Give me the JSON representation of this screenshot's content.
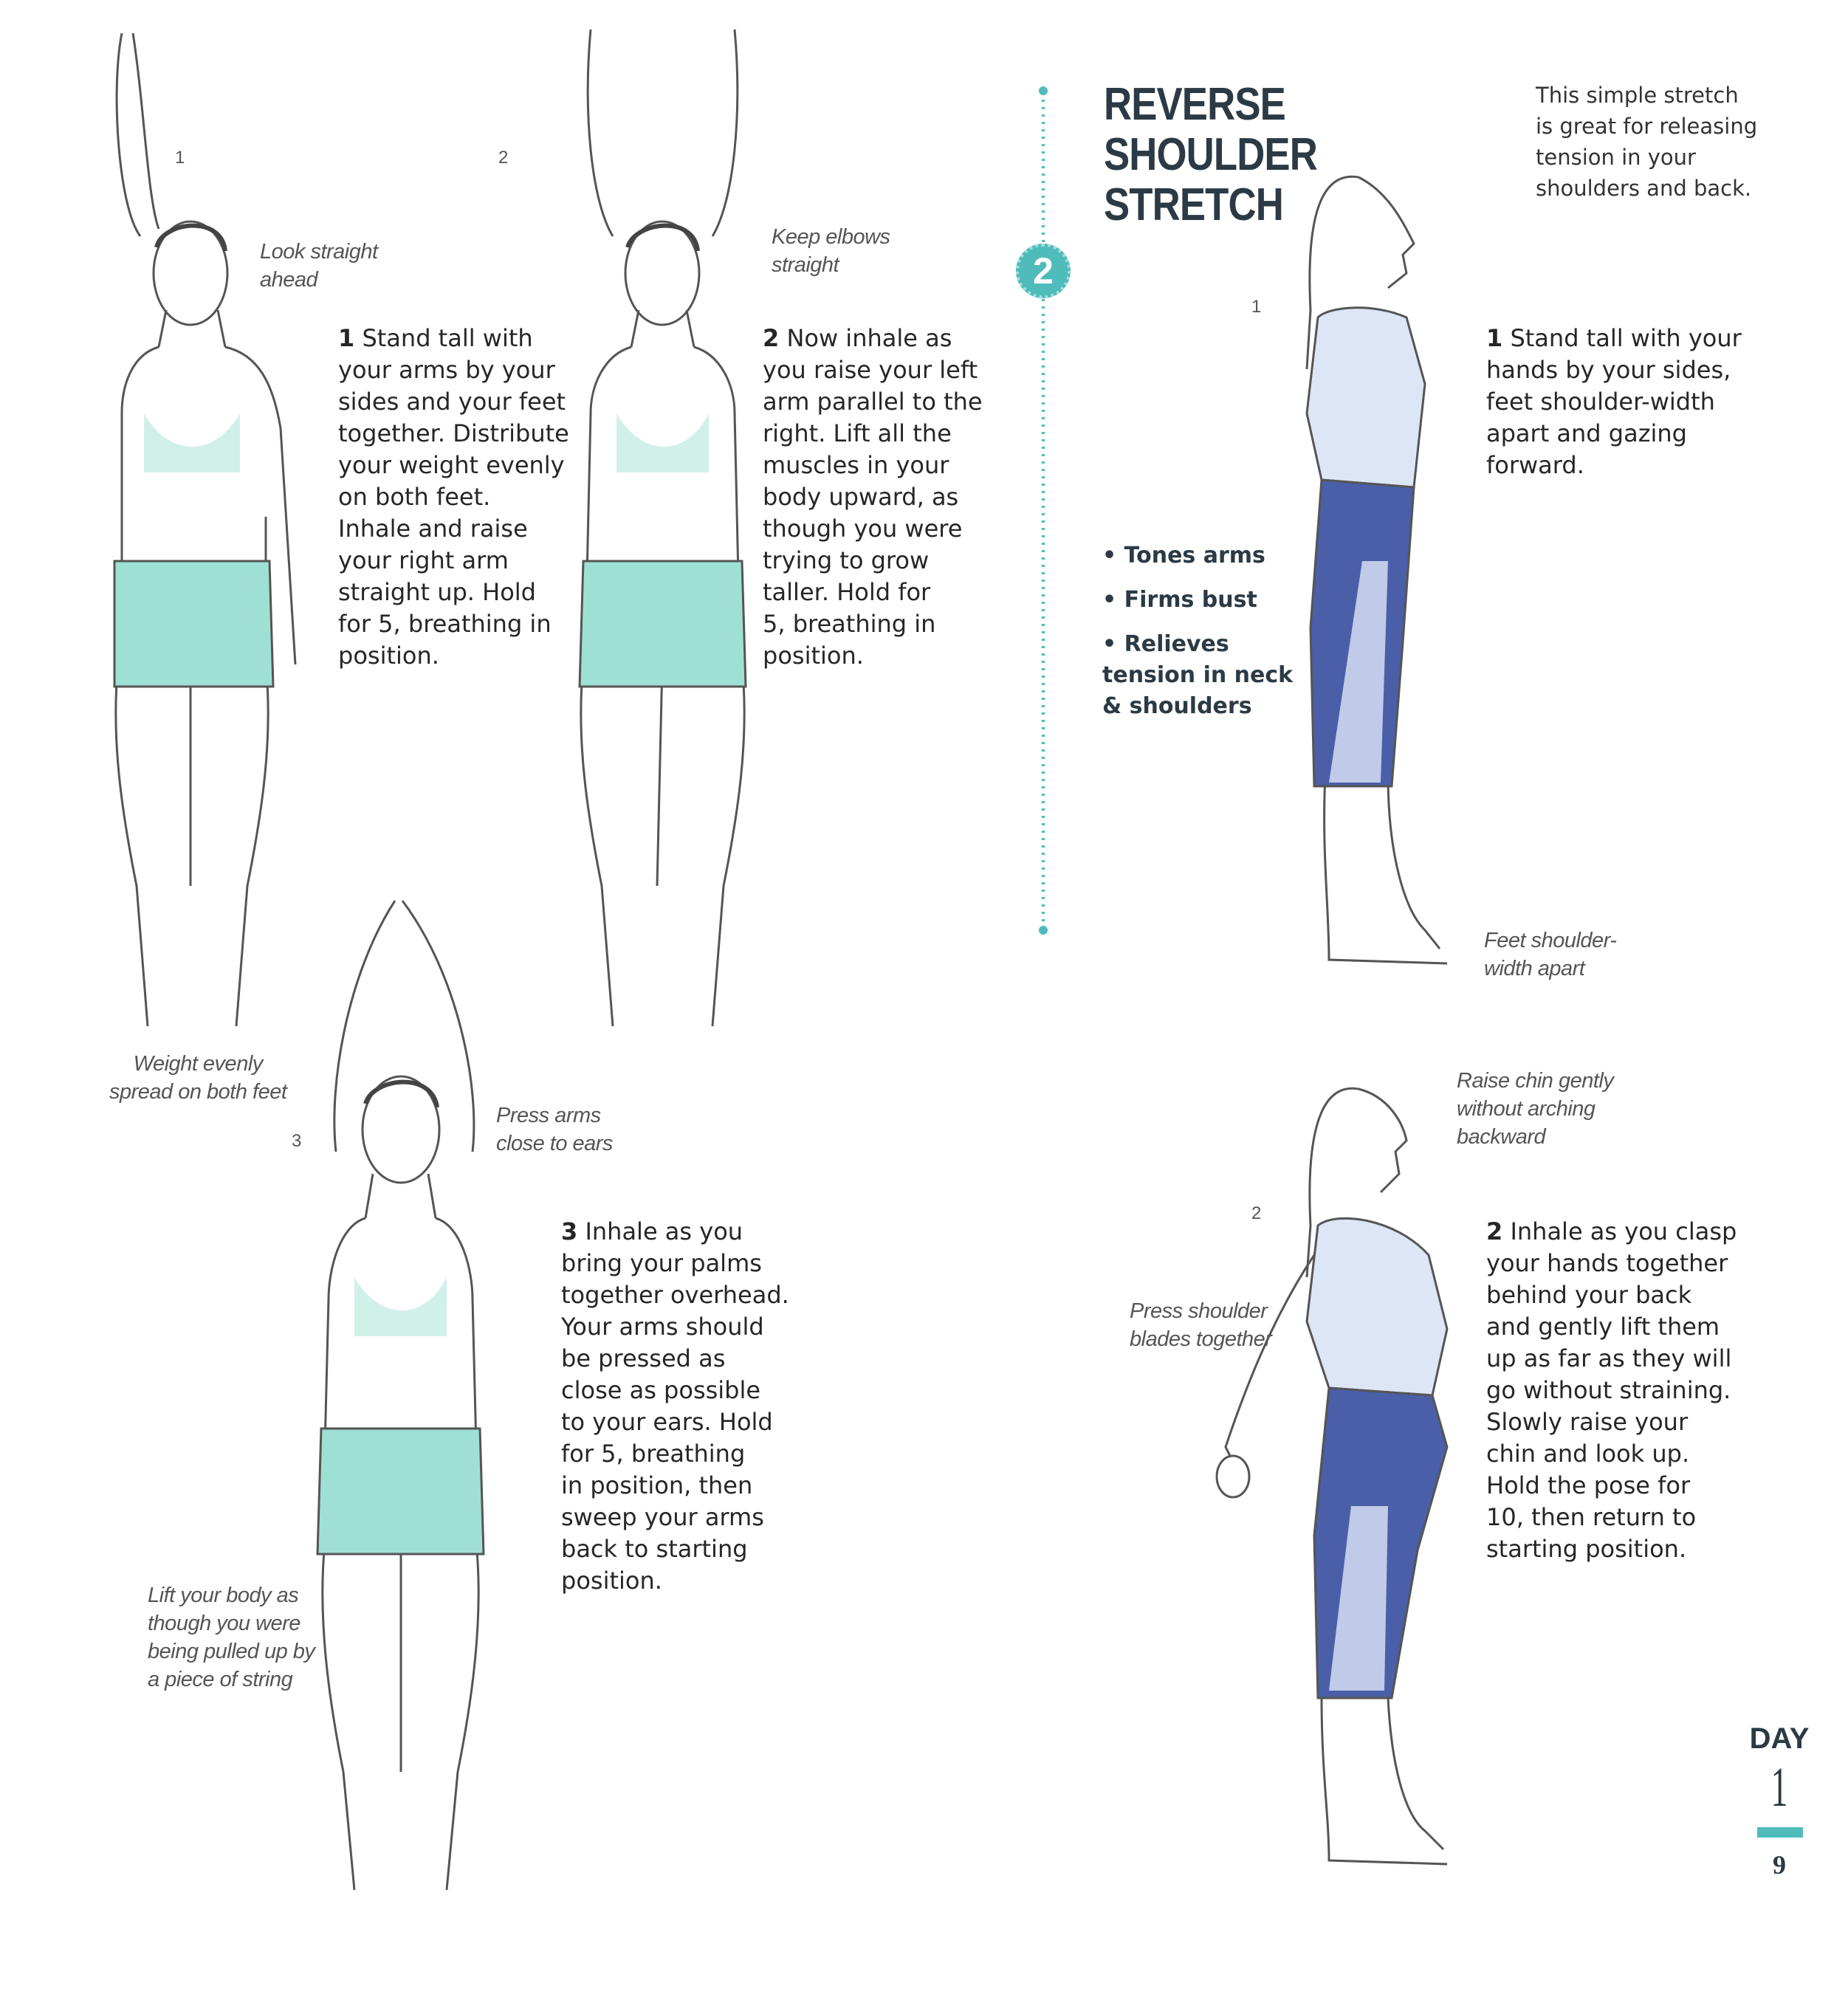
{
  "left_exercise": {
    "figure_labels": [
      "1",
      "2",
      "3"
    ],
    "annotations": {
      "look_ahead": "Look straight\nahead",
      "weight": "Weight evenly\nspread on both feet",
      "elbows": "Keep elbows\nstraight",
      "press_arms": "Press arms\nclose to ears",
      "lift_body": "Lift your body as\nthough you were\nbeing pulled up by\na piece of string"
    },
    "steps": [
      {
        "num": "1",
        "text": "Stand tall with\nyour arms by your\nsides and your feet\ntogether. Distribute\nyour weight evenly\non both feet.\nInhale and raise\nyour right arm\nstraight up. Hold\nfor 5, breathing in\nposition."
      },
      {
        "num": "2",
        "text": "Now inhale as\nyou raise your left\narm parallel to the\nright. Lift all the\nmuscles in your\nbody upward, as\nthough you were\ntrying to grow\ntaller. Hold for\n5, breathing in\nposition."
      },
      {
        "num": "3",
        "text": "Inhale as you\nbring your palms\ntogether overhead.\nYour arms should\nbe pressed as\nclose as possible\nto your ears. Hold\nfor 5, breathing\nin position, then\nsweep your arms\nback to starting\nposition."
      }
    ]
  },
  "right_exercise": {
    "badge": "2",
    "title": "REVERSE\nSHOULDER\nSTRETCH",
    "intro": "This simple stretch\nis great for releasing\ntension in your\nshoulders and back.",
    "benefits": [
      "• Tones arms",
      "• Firms bust",
      "• Relieves\n   tension in neck\n   & shoulders"
    ],
    "figure_labels": [
      "1",
      "2"
    ],
    "annotations": {
      "feet": "Feet shoulder-\nwidth apart",
      "chin": "Raise chin gently\nwithout arching\nbackward",
      "blades": "Press shoulder\nblades together"
    },
    "steps": [
      {
        "num": "1",
        "text": "Stand tall with your\nhands by your sides,\nfeet shoulder-width\napart and gazing\nforward."
      },
      {
        "num": "2",
        "text": "Inhale as you clasp\nyour hands together\nbehind your back\nand gently lift them\nup as far as they will\ngo without straining.\nSlowly raise your\nchin and look up.\nHold the pose for\n10, then return to\nstarting position."
      }
    ]
  },
  "footer": {
    "day_label": "DAY",
    "day_number": "1",
    "page_number": "9"
  },
  "colors": {
    "accent": "#4fbcbb",
    "shorts": "#9fe0d4",
    "pants": "#4a5fa8",
    "title": "#2b3a44"
  }
}
